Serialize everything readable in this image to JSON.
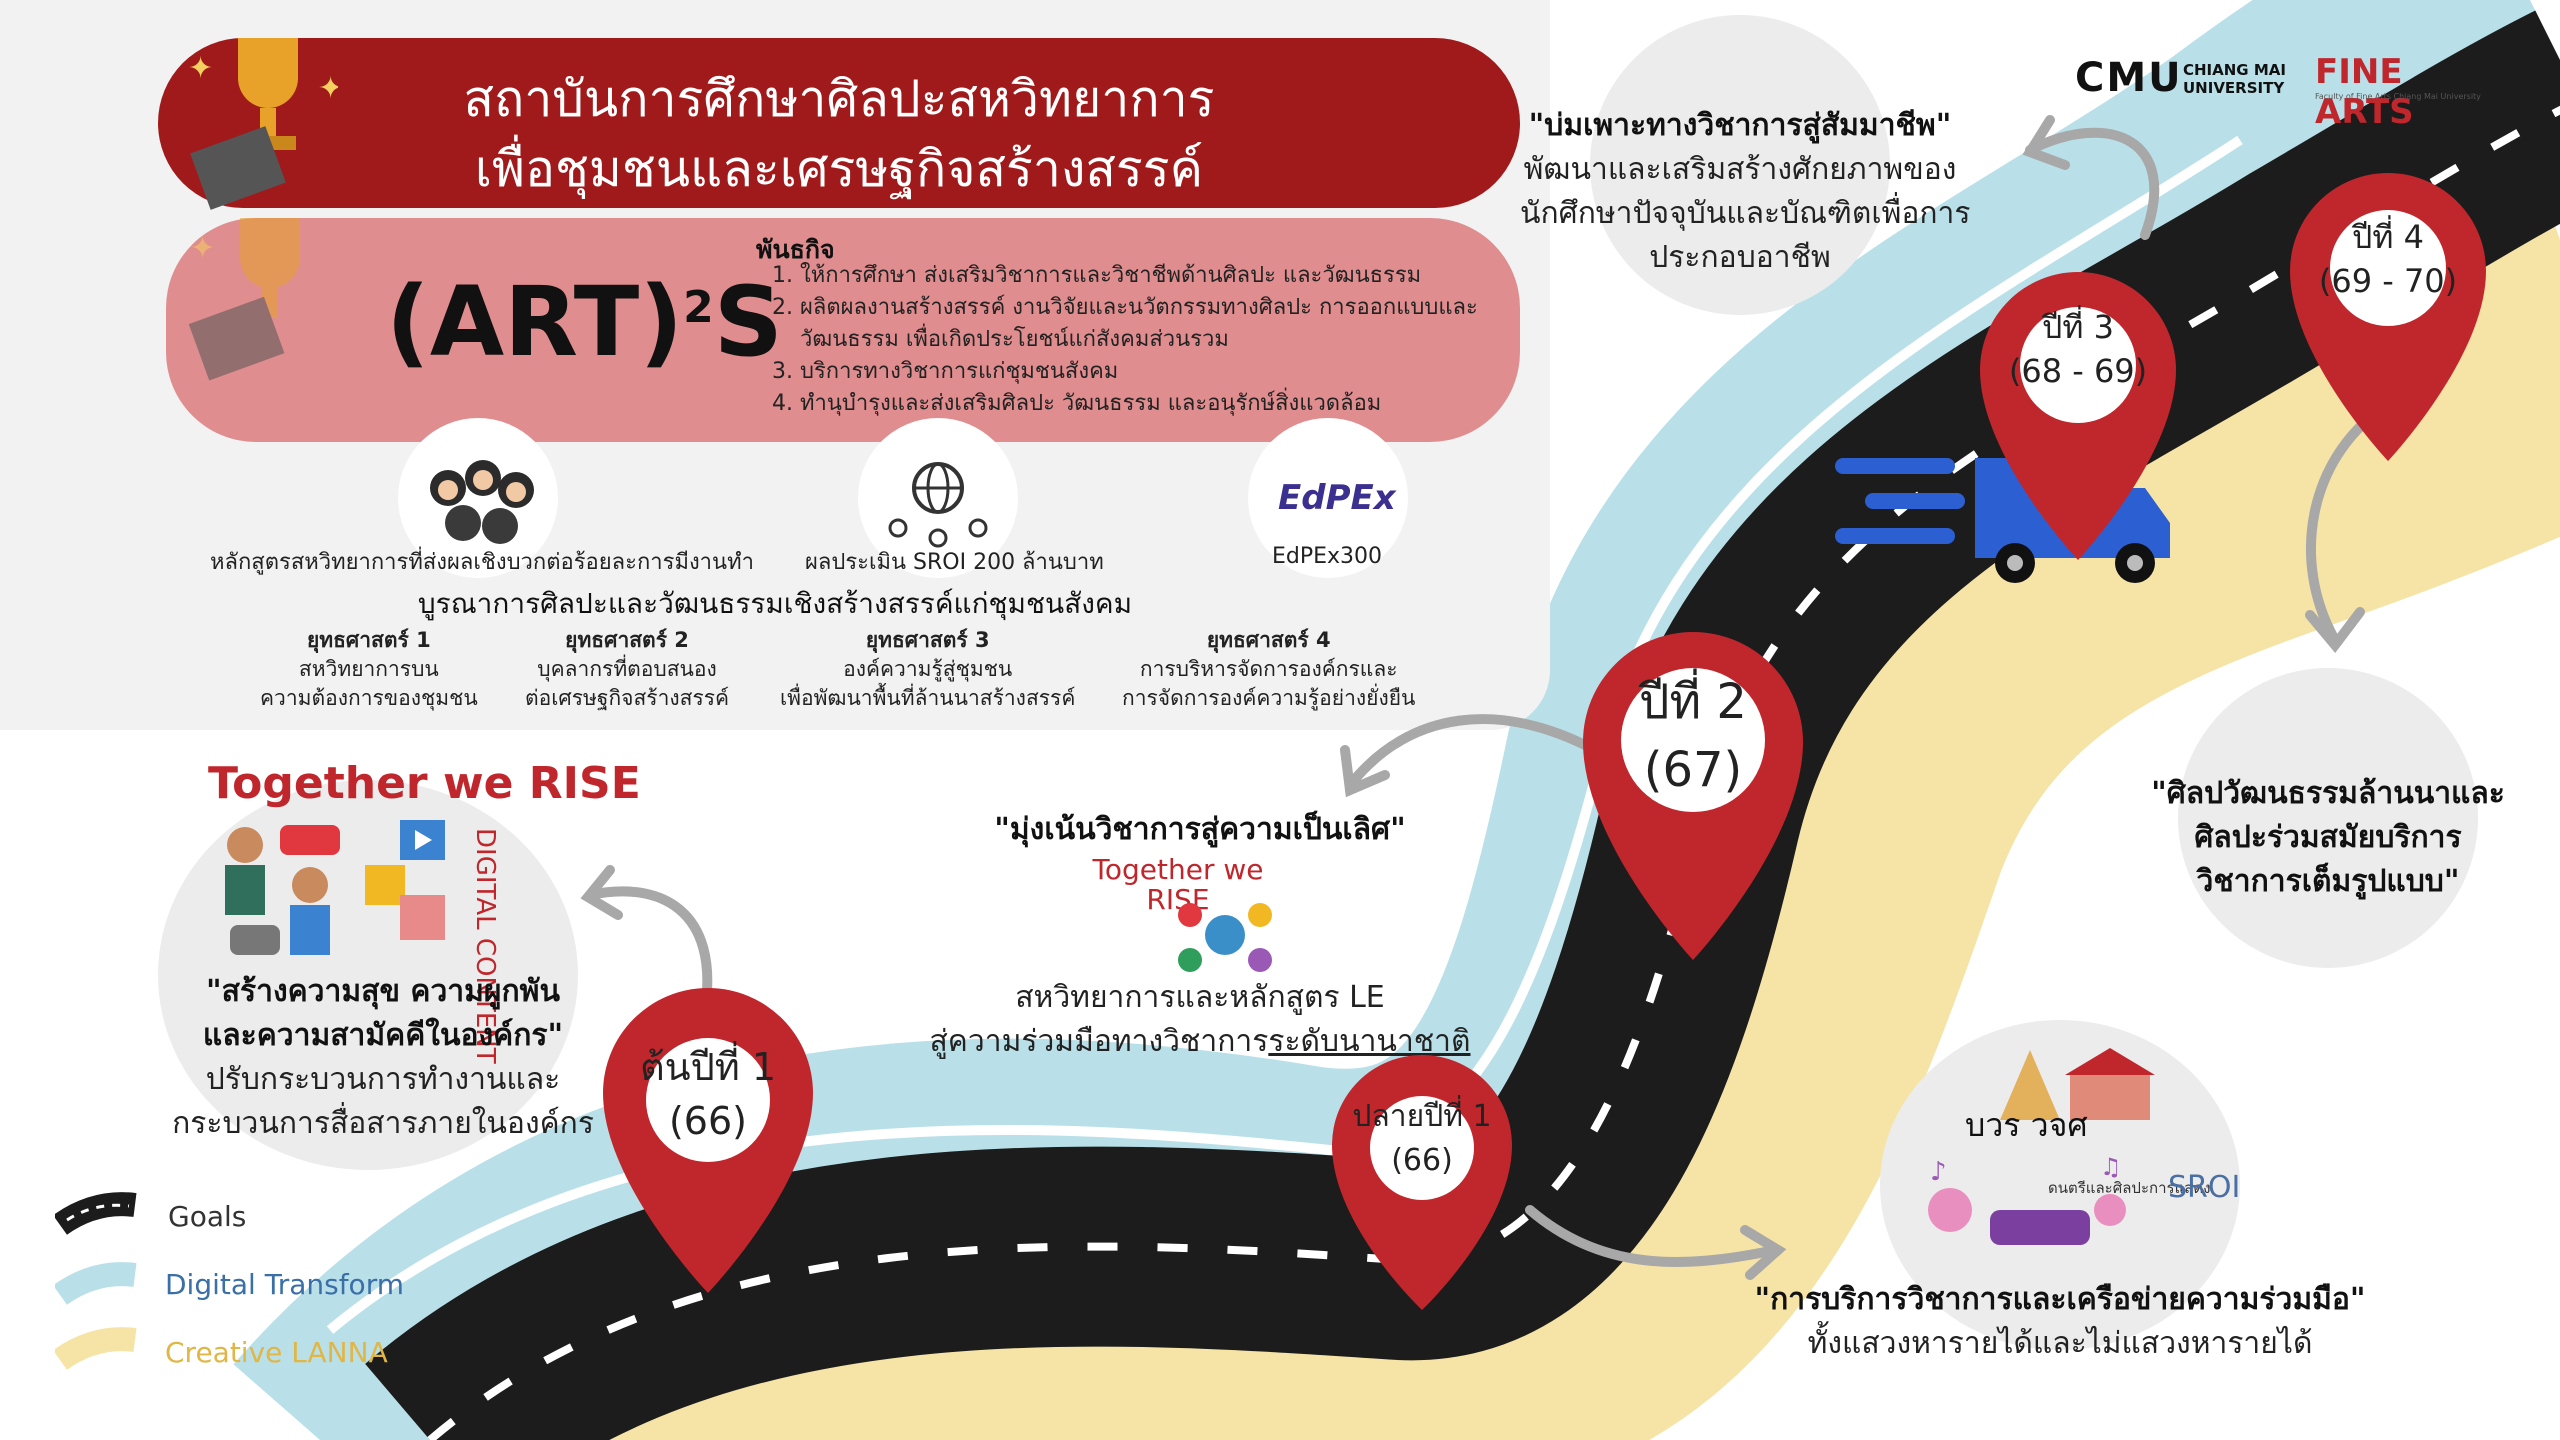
{
  "header": {
    "title_line1": "สถาบันการศึกษาศิลปะสหวิทยาการ",
    "title_line2": "เพื่อชุมชนและเศรษฐกิจสร้างสรรค์"
  },
  "logos": {
    "cmu": "CMU",
    "cmu_sub_line1": "CHIANG MAI",
    "cmu_sub_line2": "UNIVERSITY",
    "fine_arts": "FINE ARTS",
    "fine_arts_sub": "Faculty of Fine Arts Chiang Mai University"
  },
  "mission": {
    "logo_main": "(ART)",
    "logo_sup": "2",
    "logo_tail": "S",
    "title": "พันธกิจ",
    "items": [
      "ให้การศึกษา ส่งเสริมวิชาการและวิชาชีพด้านศิลปะ และวัฒนธรรม",
      "ผลิตผลงานสร้างสรรค์ งานวิจัยและนวัตกรรมทางศิลปะ การออกแบบและวัฒนธรรม เพื่อเกิดประโยชน์แก่สังคมส่วนรวม",
      "บริการทางวิชาการแก่ชุมชนสังคม",
      "ทำนุบำรุงและส่งเสริมศิลปะ วัฒนธรรม และอนุรักษ์สิ่งแวดล้อม"
    ]
  },
  "highlights": {
    "curriculum": "หลักสูตรสหวิทยาการที่ส่งผลเชิงบวกต่อร้อยละการมีงานทำ",
    "sroi": "ผลประเมิน SROI 200 ล้านบาท",
    "edpex_logo": "EdPEx",
    "edpex": "EdPEx300"
  },
  "integration_title": "บูรณาการศิลปะและวัฒนธรรมเชิงสร้างสรรค์แก่ชุมชนสังคม",
  "strategies": [
    {
      "title": "ยุทธศาสตร์ 1",
      "line1": "สหวิทยาการบน",
      "line2": "ความต้องการของชุมชน"
    },
    {
      "title": "ยุทธศาสตร์ 2",
      "line1": "บุคลากรที่ตอบสนอง",
      "line2": "ต่อเศรษฐกิจสร้างสรรค์"
    },
    {
      "title": "ยุทธศาสตร์ 3",
      "line1": "องค์ความรู้สู่ชุมชน",
      "line2": "เพื่อพัฒนาพื้นที่ล้านนาสร้างสรรค์"
    },
    {
      "title": "ยุทธศาสตร์ 4",
      "line1": "การบริหารจัดการองค์กรและ",
      "line2": "การจัดการองค์ความรู้อย่างยั่งยืน"
    }
  ],
  "bubbles": {
    "career": {
      "quote": "\"บ่มเพาะทางวิชาการสู่สัมมาชีพ\"",
      "line1": "พัฒนาและเสริมสร้างศักยภาพของ",
      "line2": "นักศึกษาปัจจุบันและบัณฑิตเพื่อการ",
      "line3": "ประกอบอาชีพ"
    },
    "lanna": {
      "line1": "\"ศิลปวัฒนธรรมล้านนาและ",
      "line2": "ศิลปะร่วมสมัยบริการ",
      "line3": "วิชาการเต็มรูปแบบ\""
    },
    "together": {
      "logo_a": "Together we",
      "logo_b": "RISE",
      "digital": "DIGITAL CONTENT",
      "quote1": "\"สร้างความสุข ความผูกพัน",
      "quote2": "และความสามัคคีในองค์กร\"",
      "line1": "ปรับกระบวนการทำงานและ",
      "line2": "กระบวนการสื่อสารภายในองค์กร"
    },
    "excellence": {
      "quote": "\"มุ่งเน้นวิชาการสู่ความเป็นเลิศ\"",
      "logo_a": "Together we",
      "logo_b": "RISE",
      "line1": "สหวิทยาการและหลักสูตร LE",
      "line2a": "สู่ความร่วมมือทางวิชาการ",
      "line2b": "ระดับนานาชาติ"
    },
    "network": {
      "label": "บวร วจศ",
      "sub": "ดนตรีและศิลปะการแสดง",
      "sroi": "SROI",
      "quote": "\"การบริการวิชาการและเครือข่ายความร่วมมือ\"",
      "line1": "ทั้งแสวงหารายได้และไม่แสวงหารายได้"
    }
  },
  "pins": {
    "start_y1": {
      "line1": "ต้นปีที่ 1",
      "line2": "(66)"
    },
    "end_y1": {
      "line1": "ปลายปีที่ 1",
      "line2": "(66)"
    },
    "y2": {
      "line1": "ปีที่ 2",
      "line2": "(67)"
    },
    "y3": {
      "line1": "ปีที่ 3",
      "line2": "(68 - 69)"
    },
    "y4": {
      "line1": "ปีที่ 4",
      "line2": "(69 - 70)"
    }
  },
  "legend": {
    "goals": "Goals",
    "digital": "Digital Transform",
    "creative": "Creative LANNA"
  },
  "colors": {
    "title_red": "#a11a1b",
    "mission_pink": "#e08d8f",
    "pin_red": "#c0272d",
    "road_black": "#1c1c1c",
    "digital_blue": "#b9e0e8",
    "creative_yellow": "#f6e4a6",
    "legend_blue": "#3a6fa8",
    "legend_yellow": "#e0b646"
  }
}
